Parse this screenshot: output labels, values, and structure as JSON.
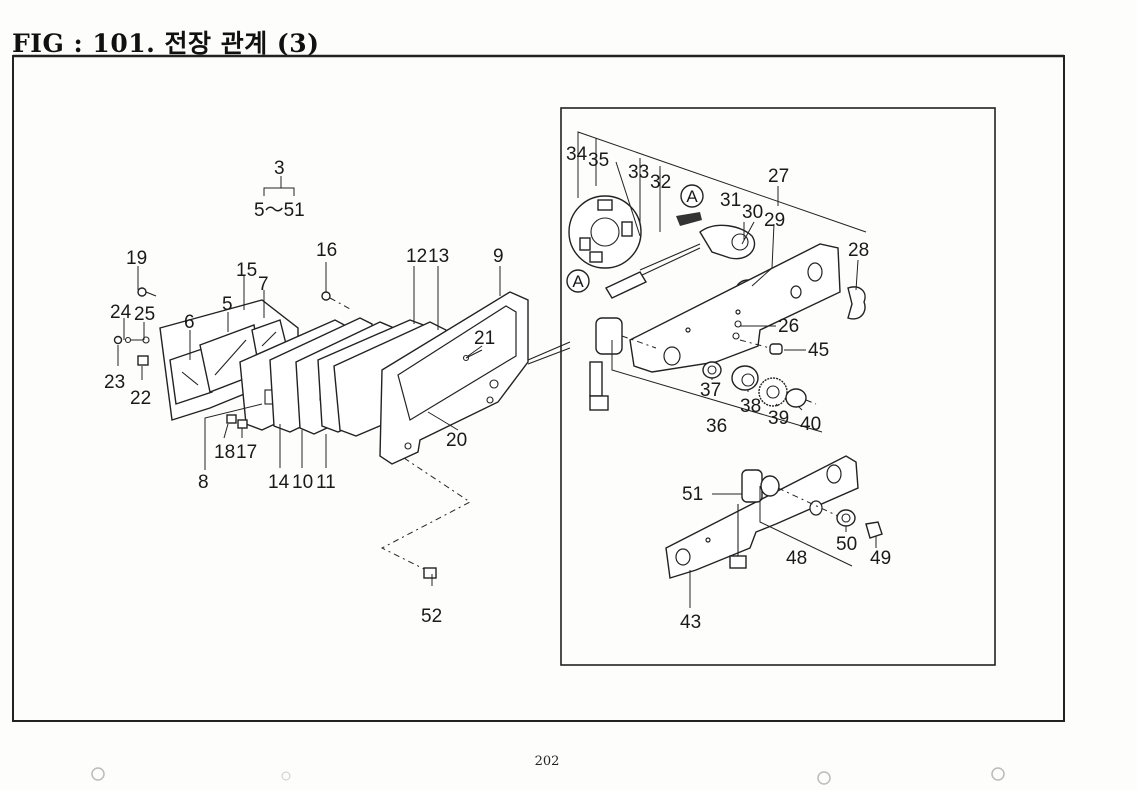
{
  "title": "FIG : 101.  전장 관계 (3)",
  "page_number": "202",
  "assembly": {
    "number": "3",
    "range": "5〜51"
  },
  "detail_marker": "A",
  "callouts": {
    "p3": "3",
    "p5": "5",
    "p6": "6",
    "p7": "7",
    "p8": "8",
    "p9": "9",
    "p10": "10",
    "p11": "11",
    "p12": "12",
    "p13": "13",
    "p14": "14",
    "p15": "15",
    "p16": "16",
    "p17": "17",
    "p18": "18",
    "p19": "19",
    "p20": "20",
    "p21": "21",
    "p22": "22",
    "p23": "23",
    "p24": "24",
    "p25": "25",
    "p26": "26",
    "p27": "27",
    "p28": "28",
    "p29": "29",
    "p30": "30",
    "p31": "31",
    "p32": "32",
    "p33": "33",
    "p34": "34",
    "p35": "35",
    "p36": "36",
    "p37": "37",
    "p38": "38",
    "p39": "39",
    "p40": "40",
    "p43": "43",
    "p45": "45",
    "p48": "48",
    "p49": "49",
    "p50": "50",
    "p51": "51",
    "p52": "52"
  }
}
